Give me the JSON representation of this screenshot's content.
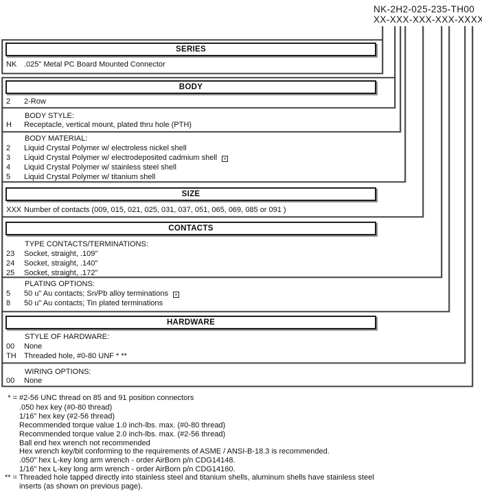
{
  "part_number": {
    "example": "NK-2H2-025-235-TH00",
    "template": "XX-XXX-XXX-XXX-XXXX"
  },
  "icons": {
    "ballot_x": "×"
  },
  "series": {
    "header": "SERIES",
    "row": {
      "code": "NK",
      "desc": ".025\" Metal PC Board Mounted Connector"
    }
  },
  "body": {
    "header": "BODY",
    "row": {
      "code": "2",
      "desc": "2-Row"
    }
  },
  "body_style": {
    "label": "BODY STYLE:",
    "rows": [
      {
        "code": "H",
        "desc": "Receptacle, vertical mount, plated thru hole (PTH)"
      }
    ]
  },
  "body_material": {
    "label": "BODY MATERIAL:",
    "rows": [
      {
        "code": "2",
        "desc": "Liquid Crystal Polymer w/ electroless nickel shell"
      },
      {
        "code": "3",
        "desc": "Liquid Crystal Polymer w/ electrodeposited cadmium shell"
      },
      {
        "code": "4",
        "desc": "Liquid Crystal Polymer w/ stainless steel shell"
      },
      {
        "code": "5",
        "desc": "Liquid Crystal Polymer w/ titanium shell"
      }
    ]
  },
  "size": {
    "header": "SIZE",
    "row": {
      "code": "XXX",
      "desc": "Number of contacts (009, 015, 021, 025, 031, 037, 051, 065, 069, 085 or 091 )"
    }
  },
  "contacts": {
    "header": "CONTACTS",
    "label": "TYPE CONTACTS/TERMINATIONS:",
    "rows": [
      {
        "code": "23",
        "desc": "Socket, straight, .109\""
      },
      {
        "code": "24",
        "desc": "Socket, straight, .140\""
      },
      {
        "code": "25",
        "desc": "Socket, straight, .172\""
      }
    ]
  },
  "plating": {
    "label": "PLATING OPTIONS:",
    "rows": [
      {
        "code": "5",
        "desc": "50 u\" Au contacts; Sn/Pb alloy terminations"
      },
      {
        "code": "8",
        "desc": "50 u\" Au contacts; Tin plated terminations"
      }
    ]
  },
  "hardware": {
    "header": "HARDWARE",
    "label": "STYLE OF HARDWARE:",
    "rows": [
      {
        "code": "00",
        "desc": "None"
      },
      {
        "code": "TH",
        "desc": "Threaded hole, #0-80 UNF * **"
      }
    ]
  },
  "wiring": {
    "label": "WIRING OPTIONS:",
    "rows": [
      {
        "code": "00",
        "desc": "None"
      }
    ]
  },
  "footnotes": [
    {
      "marker": "* =",
      "text": "#2-56 UNC thread on 85 and 91 position connectors"
    },
    {
      "marker": "",
      "text": ".050 hex key (#0-80 thread)"
    },
    {
      "marker": "",
      "text": "1/16\" hex key (#2-56 thread)"
    },
    {
      "marker": "",
      "text": "Recommended torque value 1.0 inch-lbs. max. (#0-80 thread)"
    },
    {
      "marker": "",
      "text": "Recommended torque value 2.0 inch-lbs. max. (#2-56 thread)"
    },
    {
      "marker": "",
      "text": "Ball end hex wrench not recommended"
    },
    {
      "marker": "",
      "text": "Hex wrench key/bit conforming to the requirements of ASME / ANSI-B-18.3 is recommended."
    },
    {
      "marker": "",
      "text": ".050\" hex L-key long arm wrench - order AirBorn p/n CDG14148."
    },
    {
      "marker": "",
      "text": "1/16\" hex L-key long arm wrench - order AirBorn p/n CDG14160."
    },
    {
      "marker": "** =",
      "text": "Threaded hole tapped directly into stainless steel and titanium shells, aluminum shells have stainless steel"
    },
    {
      "marker": "",
      "text": "inserts (as shown on previous page)."
    }
  ]
}
